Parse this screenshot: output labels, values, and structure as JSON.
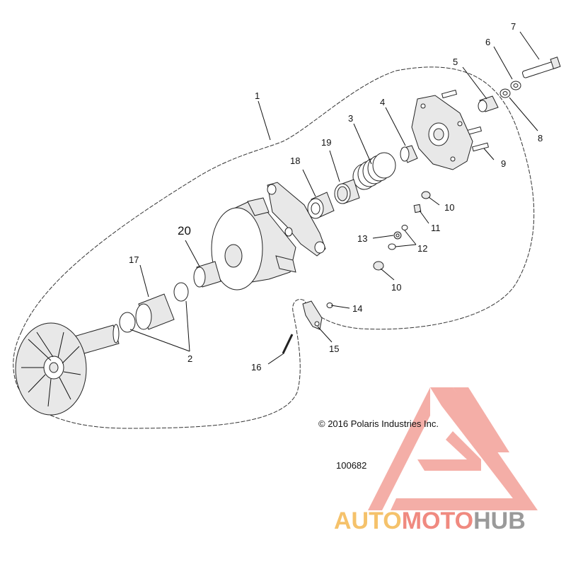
{
  "diagram": {
    "callouts": [
      {
        "id": "1",
        "text": "1"
      },
      {
        "id": "2",
        "text": "2"
      },
      {
        "id": "3",
        "text": "3"
      },
      {
        "id": "4",
        "text": "4"
      },
      {
        "id": "5",
        "text": "5"
      },
      {
        "id": "6",
        "text": "6"
      },
      {
        "id": "7",
        "text": "7"
      },
      {
        "id": "8",
        "text": "8"
      },
      {
        "id": "9",
        "text": "9"
      },
      {
        "id": "10a",
        "text": "10"
      },
      {
        "id": "10b",
        "text": "10"
      },
      {
        "id": "11",
        "text": "11"
      },
      {
        "id": "12",
        "text": "12"
      },
      {
        "id": "13",
        "text": "13"
      },
      {
        "id": "14",
        "text": "14"
      },
      {
        "id": "15",
        "text": "15"
      },
      {
        "id": "16",
        "text": "16"
      },
      {
        "id": "17",
        "text": "17"
      },
      {
        "id": "18",
        "text": "18"
      },
      {
        "id": "19",
        "text": "19"
      },
      {
        "id": "20",
        "text": "20"
      }
    ],
    "copyright": "© 2016 Polaris Industries Inc.",
    "figure_number": "100682"
  },
  "watermark": {
    "text_auto": "AUTO",
    "text_moto": "MOTO",
    "text_hub": "HUB",
    "color_auto": "#f5c26b",
    "color_moto": "#f08a80",
    "color_hub": "#9a9a9a",
    "logo_color": "#f08a80"
  }
}
